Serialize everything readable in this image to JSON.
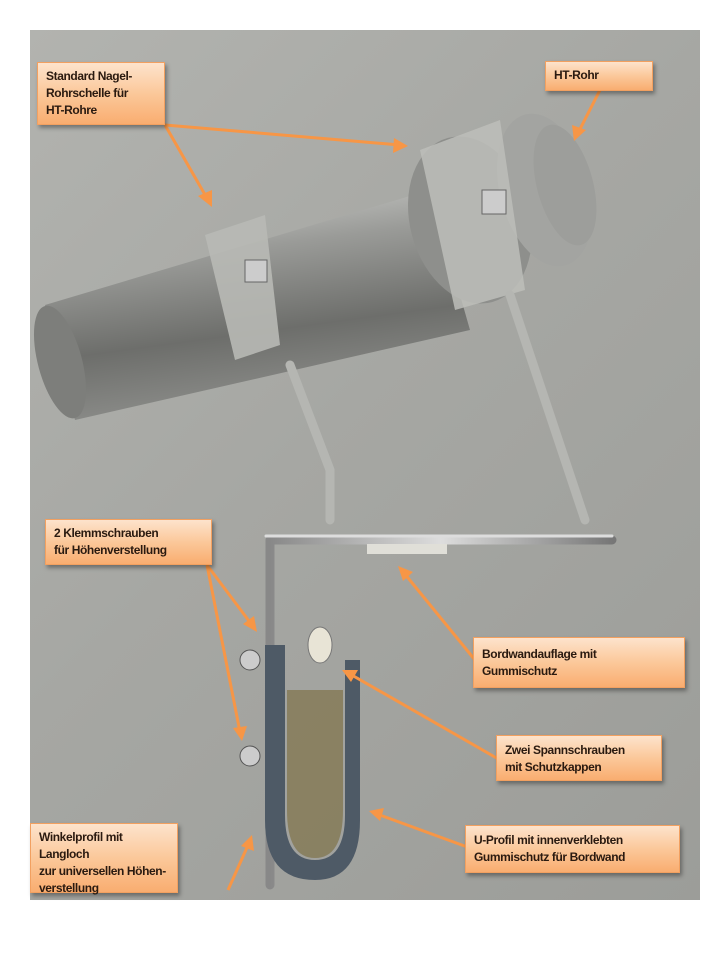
{
  "annotations": [
    {
      "id": "rohrschelle",
      "text": "Standard Nagel-\nRohrschelle für\nHT-Rohre"
    },
    {
      "id": "ht-rohr",
      "text": "HT-Rohr"
    },
    {
      "id": "klemmschrauben",
      "text": "2 Klemmschrauben\nfür Höhenverstellung"
    },
    {
      "id": "bordwandauflage",
      "text": "Bordwandauflage mit\nGummischutz"
    },
    {
      "id": "spannschrauben",
      "text": "Zwei Spannschrauben\nmit Schutzkappen"
    },
    {
      "id": "winkelprofil",
      "text": "Winkelprofil mit Langloch\nzur universellen Höhen-\nverstellung"
    },
    {
      "id": "u-profil",
      "text": "U-Profil mit innenverklebten\nGummischutz für Bordwand"
    }
  ],
  "colors": {
    "label_fill": "#fbc89a",
    "arrow": "#f79646",
    "photo_bg": "#a9aaa6"
  }
}
